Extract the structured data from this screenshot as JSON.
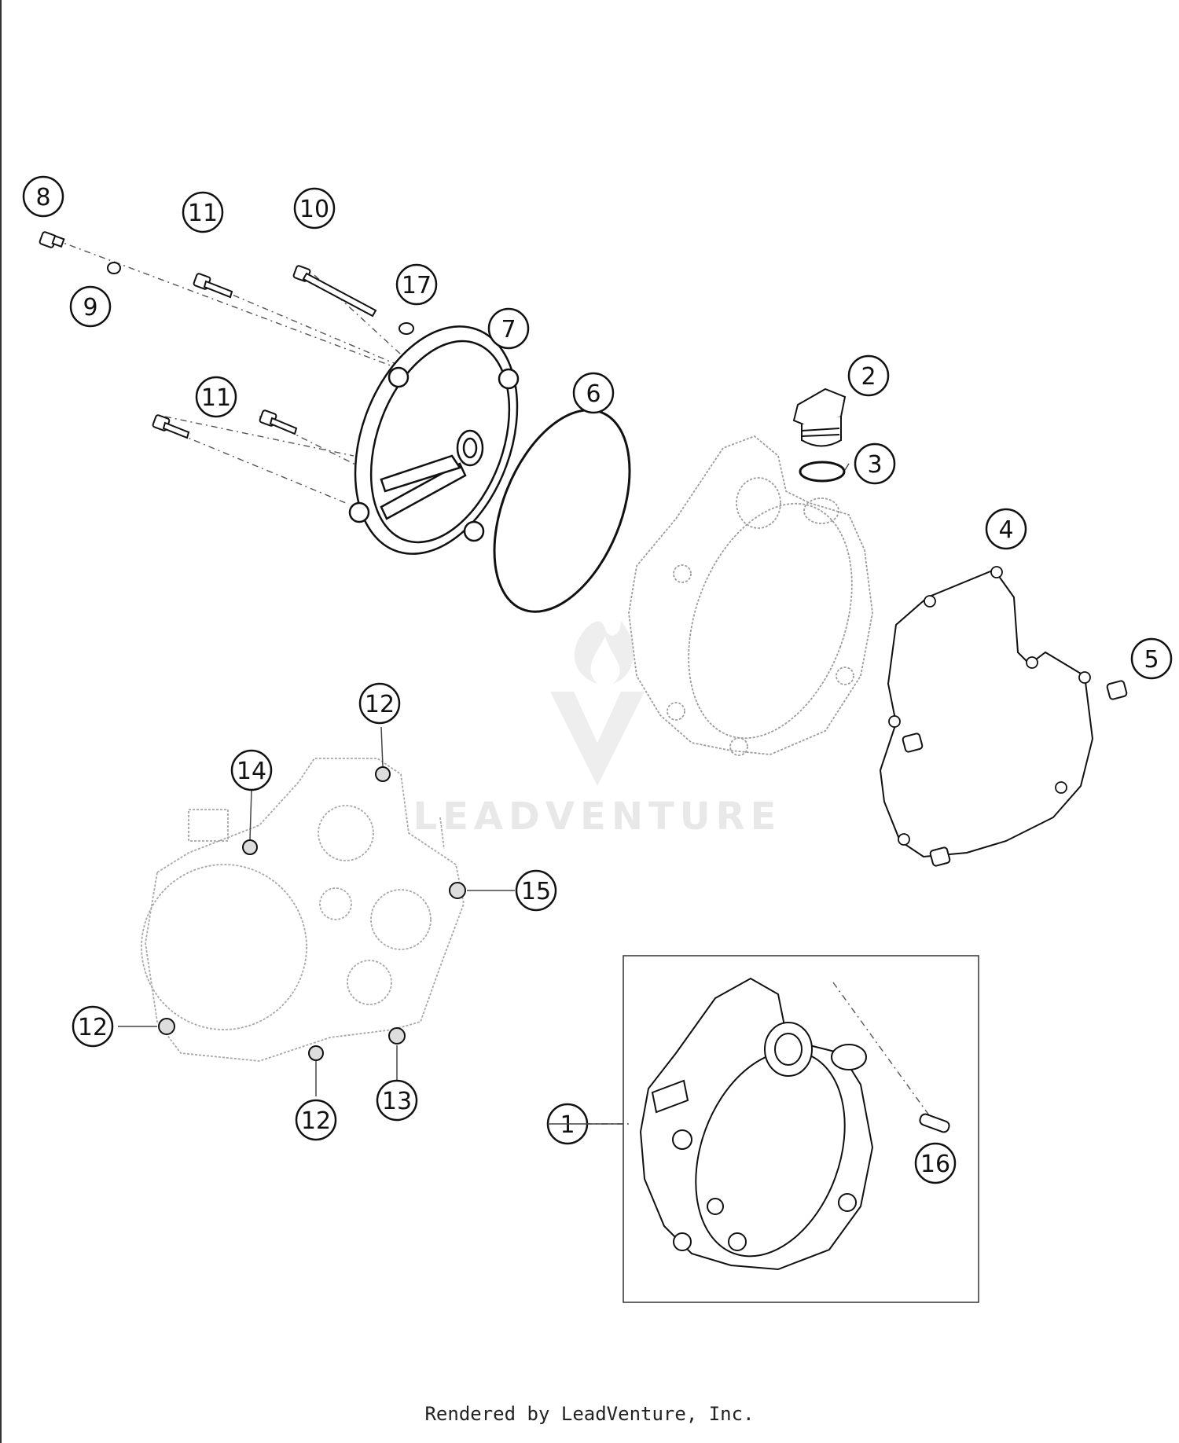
{
  "watermark": {
    "brand": "LEADVENTURE"
  },
  "callouts": {
    "p1": "1",
    "p2": "2",
    "p3": "3",
    "p4": "4",
    "p5": "5",
    "p6": "6",
    "p7": "7",
    "p8": "8",
    "p9": "9",
    "p10": "10",
    "p11a": "11",
    "p11b": "11",
    "p12a": "12",
    "p12b": "12",
    "p12c": "12",
    "p13": "13",
    "p14": "14",
    "p15": "15",
    "p16": "16",
    "p17": "17"
  },
  "footer": {
    "credit": "Rendered by LeadVenture, Inc."
  },
  "colors": {
    "line": "#111111",
    "ghost": "#b5b5b5",
    "watermark": "#eeeeee"
  }
}
